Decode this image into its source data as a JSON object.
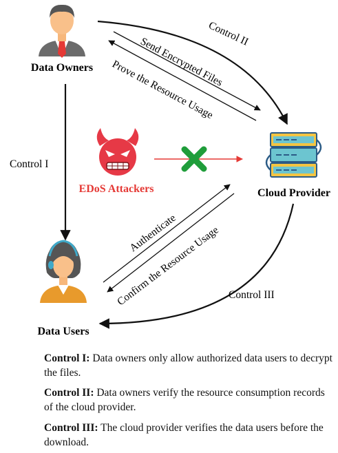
{
  "nodes": {
    "owners": "Data Owners",
    "users": "Data Users",
    "cloud": "Cloud Provider",
    "attackers": "EDoS Attackers"
  },
  "edges": {
    "control1": "Control I",
    "control2": "Control II",
    "control3": "Control III",
    "send_files": "Send Encrypted Files",
    "prove_usage": "Prove the Resource Usage",
    "authenticate": "Authenticate",
    "confirm_usage": "Confirm the Resource Usage"
  },
  "captions": [
    {
      "label": "Control I:",
      "text": " Data owners only allow authorized data users to decrypt the files."
    },
    {
      "label": "Control II:",
      "text": " Data owners verify the resource consumption records of the cloud provider."
    },
    {
      "label": "Control III:",
      "text": " The cloud provider verifies the data users before the download."
    }
  ],
  "colors": {
    "attacker": "#e63946",
    "blocked_x": "#1f9d3a",
    "server_body": "#6cc5d0",
    "server_edge": "#2b5b86",
    "server_accent": "#f4c542"
  },
  "icons": {
    "owners": "businessman-icon",
    "users": "woman-user-icon",
    "cloud": "server-stack-icon",
    "attackers": "devil-face-icon",
    "blocked": "cross-mark-icon"
  }
}
